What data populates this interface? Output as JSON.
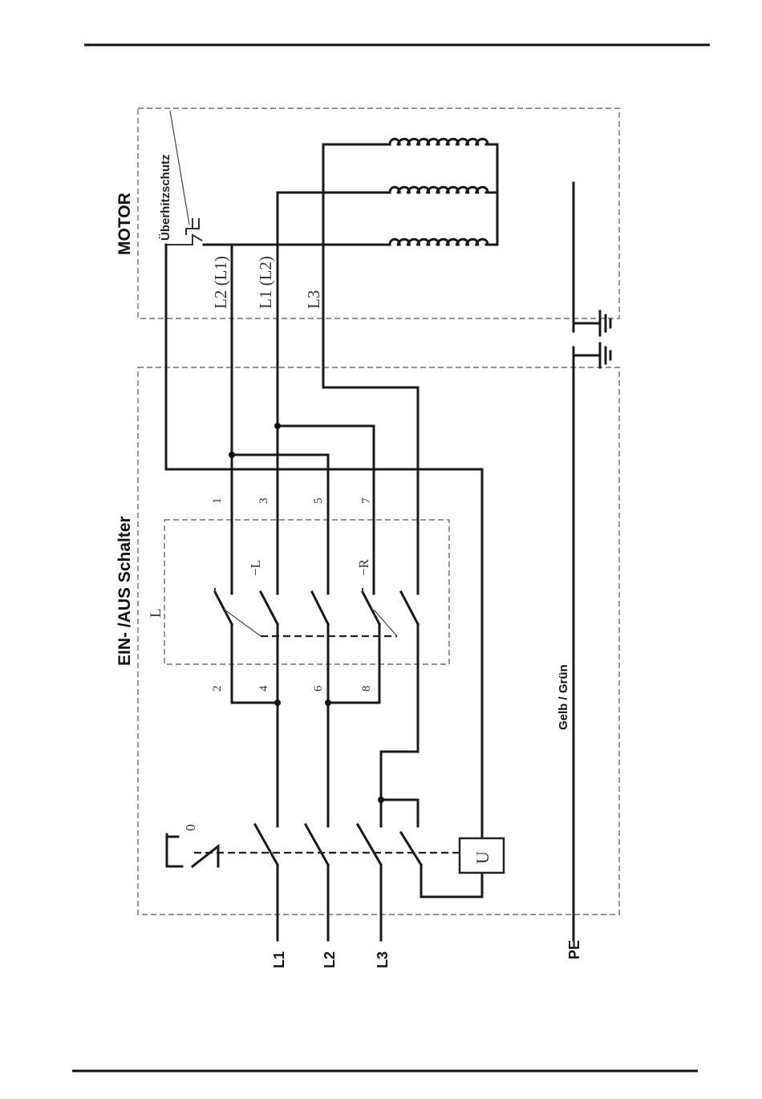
{
  "motor_box": {
    "title": "MOTOR",
    "overheat_label": "Überhitzschutz",
    "wire_labels": [
      "L2 (L1)",
      "L1 (L2)",
      "L3"
    ]
  },
  "switch_box": {
    "title": "EIN- /AUS Schalter",
    "inner_label": "L",
    "terminals_top": [
      "1",
      "3",
      "5",
      "7"
    ],
    "terminals_bottom": [
      "2",
      "4",
      "6",
      "8"
    ],
    "contact_labels": [
      "−L",
      "−R"
    ],
    "zero_label": "0",
    "undervoltage_label": "U"
  },
  "supply": {
    "phases": [
      "L1",
      "L2",
      "L3"
    ],
    "ground": "PE",
    "ground_wire_label": "Gelb / Grün"
  }
}
